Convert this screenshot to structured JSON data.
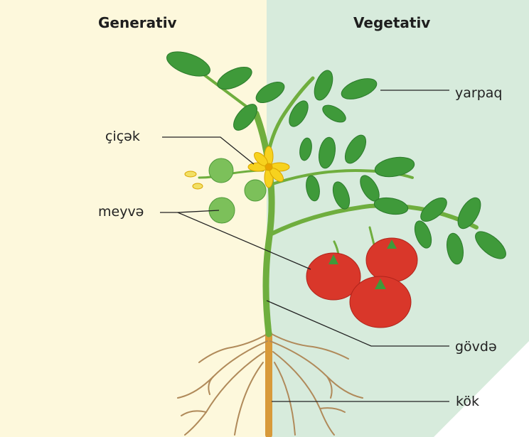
{
  "headers": {
    "left": "Generativ",
    "right": "Vegetativ"
  },
  "labels": {
    "yarpaq": "yarpaq",
    "cicek": "çiçək",
    "meyve": "meyvə",
    "govde": "gövdə",
    "kok": "kök"
  },
  "colors": {
    "left_panel": "#fdf8dc",
    "right_panel": "#d7ebdc",
    "leaf": "#3f9a3a",
    "stem": "#6fae3e",
    "root": "#b08a5a",
    "tomato_red": "#d9372a",
    "tomato_green": "#7cc05a",
    "flower": "#f7d21e"
  }
}
